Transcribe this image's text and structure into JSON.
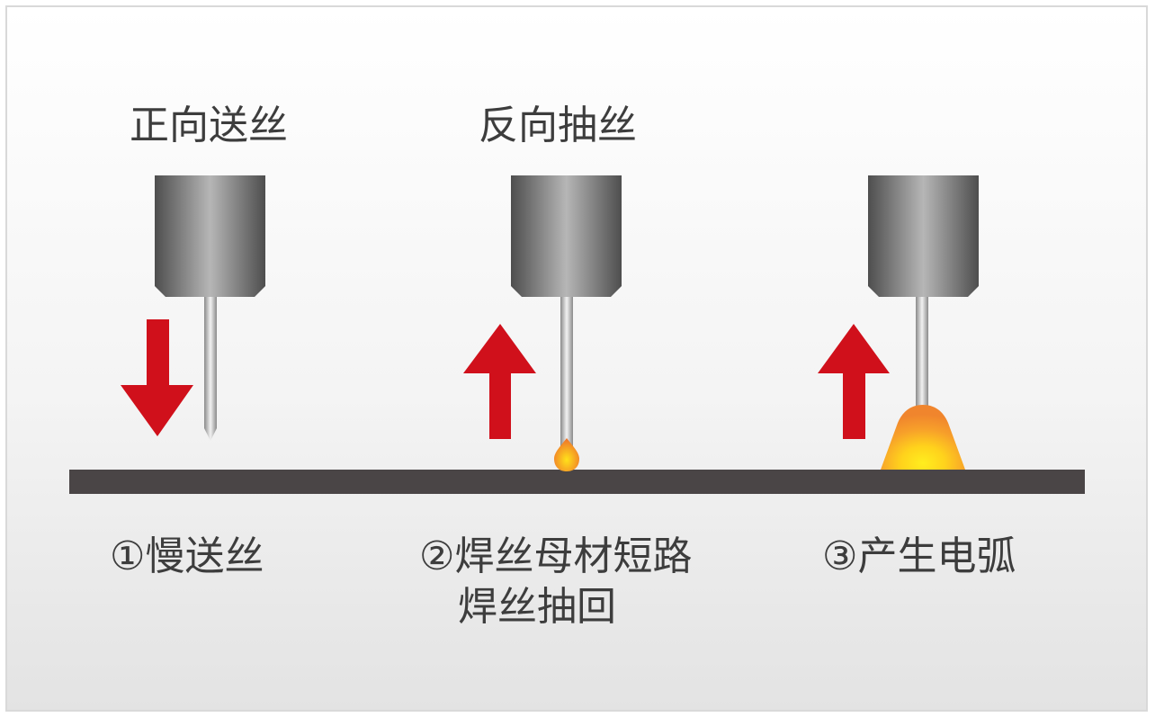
{
  "headers": {
    "forward_feed": "正向送丝",
    "reverse_pull": "反向抽丝"
  },
  "steps": [
    {
      "label": "①慢送丝"
    },
    {
      "label": "②焊丝母材短路",
      "line2": "焊丝抽回"
    },
    {
      "label": "③产生电弧"
    }
  ],
  "colors": {
    "arrow": "#d0101b",
    "plate": "#4a4546",
    "torch_dark": "#545454",
    "torch_light": "#b4b4b4",
    "arc_outer": "#f3892a",
    "arc_core": "#ffe21a"
  },
  "icons": {
    "down_arrow": "down-arrow-icon",
    "up_arrow": "up-arrow-icon",
    "droplet": "molten-droplet-icon",
    "arc": "welding-arc-icon"
  }
}
